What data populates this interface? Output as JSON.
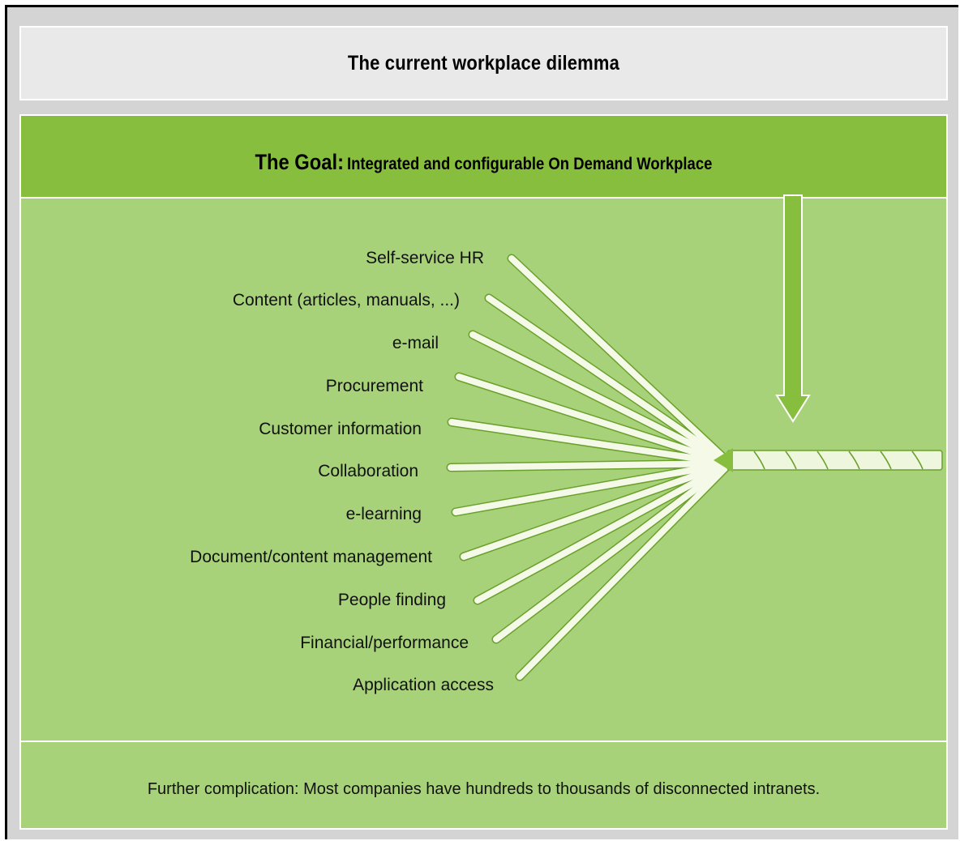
{
  "title": "The current workplace dilemma",
  "goal": {
    "prefix": "The Goal:",
    "text": "Integrated and configurable On Demand Workplace"
  },
  "items": [
    "Self-service HR",
    "Content (articles, manuals, ...)",
    "e-mail",
    "Procurement",
    "Customer information",
    "Collaboration",
    "e-learning",
    "Document/content management",
    "People finding",
    "Financial/performance",
    "Application access"
  ],
  "complication": "Further complication: Most companies have hundreds to thousands of disconnected intranets.",
  "colors": {
    "background": "#d4d4d4",
    "title_box": "#e9e9e9",
    "goal_bar": "#88be3e",
    "panel": "#a8d27a",
    "lines": "#f4f9e8"
  }
}
